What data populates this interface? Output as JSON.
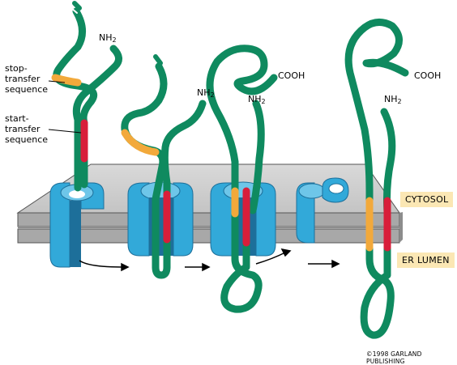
{
  "labels": {
    "stop_transfer": [
      "stop-",
      "transfer",
      "sequence"
    ],
    "start_transfer": [
      "start-",
      "transfer",
      "sequence"
    ],
    "nh2": "NH",
    "nh2_sub": "2",
    "cooh": "COOH",
    "cytosol": "CYTOSOL",
    "er_lumen": "ER LUMEN",
    "copyright": "©1998 GARLAND PUBLISHING"
  },
  "colors": {
    "protein_chain": "#0f8a5f",
    "stop_transfer_segment": "#f2a93b",
    "start_transfer_segment": "#d81e3a",
    "translocon": "#32a9d9",
    "translocon_inner": "#1d6f9a",
    "membrane": "#b9b9b9",
    "region_tag": "#fbe7b4"
  }
}
